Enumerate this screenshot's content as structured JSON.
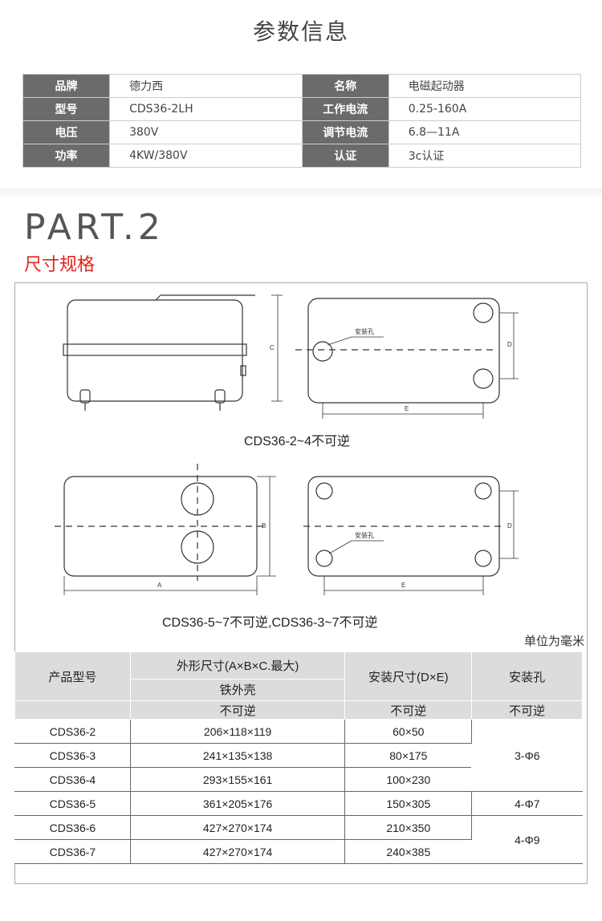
{
  "title": "参数信息",
  "params": [
    {
      "k1": "品牌",
      "v1": "德力西",
      "k2": "名称",
      "v2": "电磁起动器"
    },
    {
      "k1": "型号",
      "v1": "CDS36-2LH",
      "k2": "工作电流",
      "v2": "0.25-160A"
    },
    {
      "k1": "电压",
      "v1": "380V",
      "k2": "调节电流",
      "v2": "6.8—11A"
    },
    {
      "k1": "功率",
      "v1": "4KW/380V",
      "k2": "认证",
      "v2": "3c认证"
    }
  ],
  "part": "PART.2",
  "part_sub": "尺寸规格",
  "drawing": {
    "label_hole": "安装孔",
    "dim_a": "A",
    "dim_b": "B",
    "dim_c": "C",
    "dim_d": "D",
    "dim_e": "E",
    "caption1": "CDS36-2~4不可逆",
    "caption2": "CDS36-5~7不可逆,CDS36-3~7不可逆"
  },
  "unit": "单位为毫米",
  "spec": {
    "h_model": "产品型号",
    "h_outer": "外形尺寸(A×B×C.最大)",
    "h_shell": "铁外壳",
    "h_install": "安装尺寸(D×E)",
    "h_hole": "安装孔",
    "h_rev": "不可逆",
    "rows": [
      {
        "model": "CDS36-2",
        "outer": "206×118×119",
        "install": "60×50"
      },
      {
        "model": "CDS36-3",
        "outer": "241×135×138",
        "install": "80×175"
      },
      {
        "model": "CDS36-4",
        "outer": "293×155×161",
        "install": "100×230"
      },
      {
        "model": "CDS36-5",
        "outer": "361×205×176",
        "install": "150×305"
      },
      {
        "model": "CDS36-6",
        "outer": "427×270×174",
        "install": "210×350"
      },
      {
        "model": "CDS36-7",
        "outer": "427×270×174",
        "install": "240×385"
      }
    ],
    "holes": [
      "3-Φ6",
      "4-Φ7",
      "4-Φ9"
    ]
  }
}
